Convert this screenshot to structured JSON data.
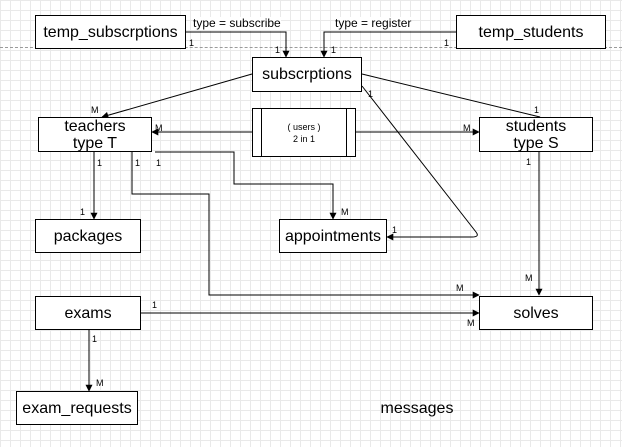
{
  "entities": {
    "temp_subscrptions": "temp_subscrptions",
    "temp_students": "temp_students",
    "subscrptions": "subscrptions",
    "teachers_line1": "teachers",
    "teachers_line2": "type T",
    "users_group": "( users )\n2 in 1",
    "students_line1": "students",
    "students_line2": "type S",
    "packages": "packages",
    "appointments": "appointments",
    "exams": "exams",
    "solves": "solves",
    "exam_requests": "exam_requests",
    "messages": "messages"
  },
  "edge_labels": {
    "subscribe": "type = subscribe",
    "register": "type = register"
  },
  "cardinalities": {
    "tsub_1": "1",
    "sub_from_tsub_1": "1",
    "tstu_1": "1",
    "sub_from_tstu_1": "1",
    "sub_appt_1": "1",
    "teach_sub_m": "M",
    "stu_sub_1": "1",
    "teach_users_m": "M",
    "stu_users_m": "M",
    "teach_pkg_1": "1",
    "teach_solves_1": "1",
    "teach_appt_1": "1",
    "stu_solves_1": "1",
    "pkg_1": "1",
    "appt_m": "M",
    "appt_sub_1": "1",
    "solves_stu_m": "M",
    "solves_teach_m": "M",
    "exams_solves_1": "1",
    "solves_exams_m": "M",
    "exams_req_1": "1",
    "req_m": "M"
  }
}
